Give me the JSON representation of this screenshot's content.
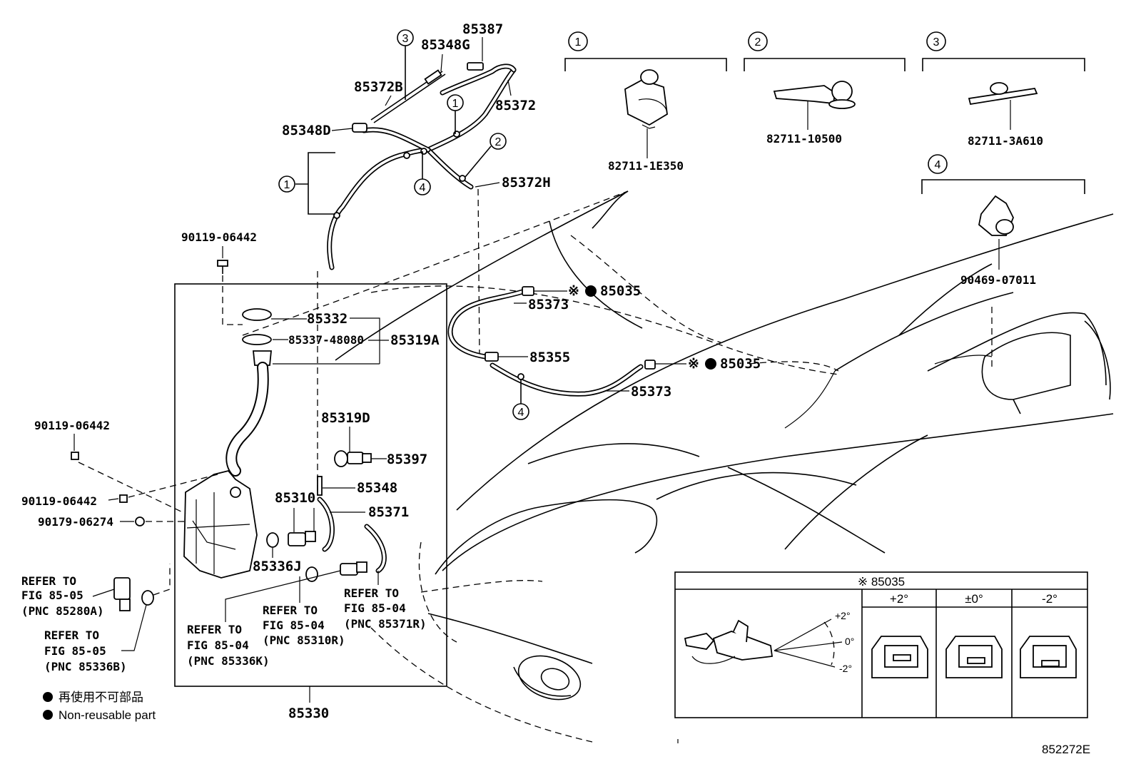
{
  "diagram": {
    "fig_code": "852272E",
    "labels": {
      "p85387": "85387",
      "p85348G": "85348G",
      "p85372B": "85372B",
      "p85372": "85372",
      "p85348D": "85348D",
      "p85372H": "85372H",
      "p90119_top": "90119-06442",
      "p85332": "85332",
      "p85337": "85337-48080",
      "p85319A": "85319A",
      "p85319D": "85319D",
      "p85397": "85397",
      "p85348": "85348",
      "p85310": "85310",
      "p85371": "85371",
      "p85336J": "85336J",
      "p90119_left1": "90119-06442",
      "p90119_left2": "90119-06442",
      "p90179": "90179-06274",
      "p85330": "85330",
      "p85035_a": "85035",
      "p85035_b": "85035",
      "p85373_a": "85373",
      "p85373_b": "85373",
      "p85355": "85355",
      "p82711_1E350": "82711-1E350",
      "p82711_10500": "82711-10500",
      "p82711_3A610": "82711-3A610",
      "p90469": "90469-07011"
    },
    "refs": {
      "r1": [
        "REFER TO",
        "FIG 85-05",
        "(PNC 85280A)"
      ],
      "r2": [
        "REFER TO",
        "FIG 85-05",
        "(PNC 85336B)"
      ],
      "r3": [
        "REFER TO",
        "FIG 85-04",
        "(PNC 85336K)"
      ],
      "r4": [
        "REFER TO",
        "FIG 85-04",
        "(PNC 85310R)"
      ],
      "r5": [
        "REFER TO",
        "FIG 85-04",
        "(PNC 85371R)"
      ]
    },
    "callouts": [
      "1",
      "2",
      "3",
      "4"
    ],
    "legend": {
      "jp": "再使用不可部品",
      "en": "Non-reusable part"
    },
    "angle_table": {
      "title": "※ 85035",
      "headers": [
        "+2°",
        "±0°",
        "-2°"
      ],
      "angle_marks": [
        "+2°",
        "0°",
        "-2°"
      ]
    },
    "symbols": {
      "note_mark": "※"
    }
  }
}
